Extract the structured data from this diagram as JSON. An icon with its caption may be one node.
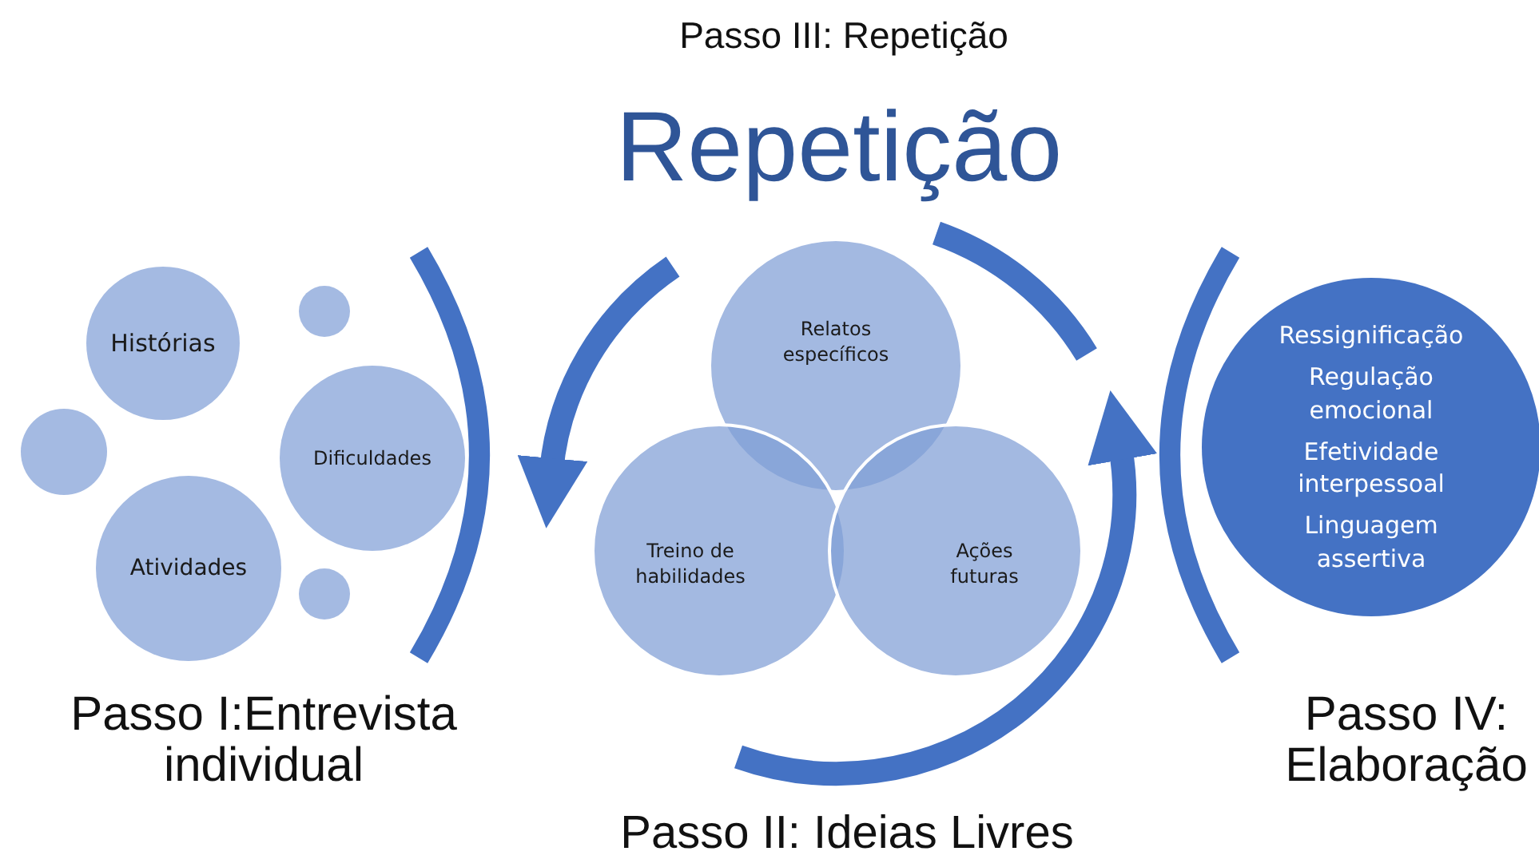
{
  "diagram": {
    "title": "Passo III: Repetição",
    "nodes": [
      {
        "text": [
          "Histórias"
        ]
      },
      {
        "text": [],
        "shape": "circle"
      },
      {
        "text": [],
        "shape": "circle"
      },
      {
        "text": [
          "Dificuldades"
        ]
      },
      {
        "text": [
          "Atividades"
        ]
      },
      {
        "text": [],
        "shape": "circle"
      },
      {
        "text": [
          "Relatos específicos"
        ]
      },
      {
        "text": [
          "Treino de habilidades"
        ]
      },
      {
        "text": [
          "Ações futuras"
        ]
      },
      {
        "text": [
          "Ressignificação",
          "Regulação emocional",
          "Efetividade interpessoal",
          "Linguagem assertiva"
        ]
      }
    ],
    "edges": [],
    "labels": [
      "Repetição",
      "Passo I:Entrevista individual",
      "Passo II: Ideias Livres",
      "Passo IV: Elaboração"
    ]
  }
}
